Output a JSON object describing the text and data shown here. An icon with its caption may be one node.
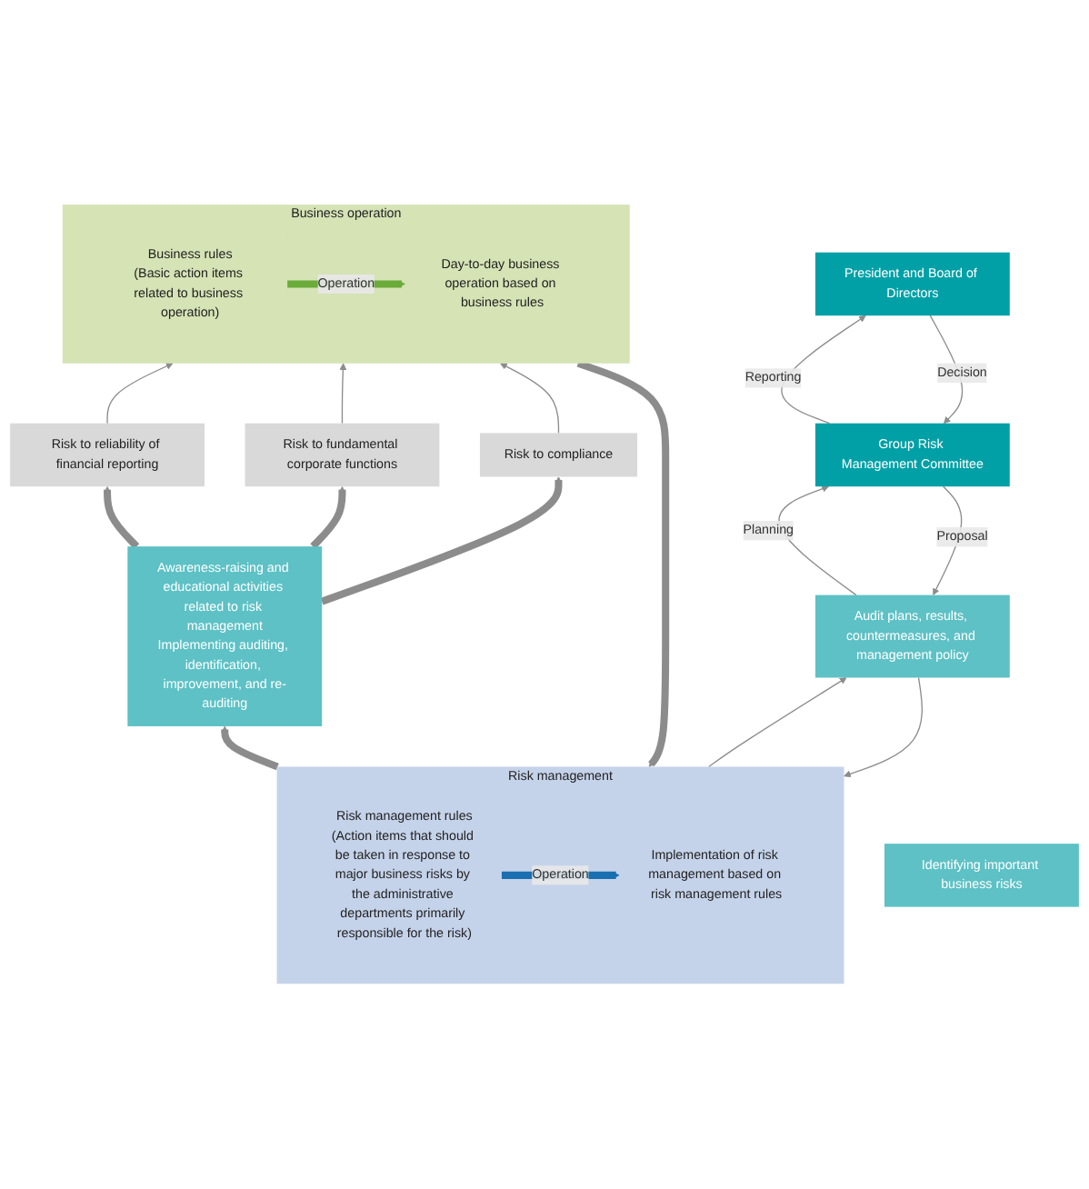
{
  "diagram": {
    "nodes": [
      {
        "text": [
          "Business operation"
        ]
      },
      {
        "text": [
          "Business rules",
          "(Basic action items related to business operation)"
        ],
        "in": 0
      },
      {
        "text": [
          "Day-to-day business operation based on business rules"
        ],
        "in": 0
      },
      {
        "text": [
          "Identifying important business risks"
        ]
      },
      {
        "text": [
          "Risk to reliability of financial reporting"
        ]
      },
      {
        "text": [
          "Risk to fundamental corporate functions"
        ]
      },
      {
        "text": [
          "Risk to compliance"
        ]
      },
      {
        "text": [
          "Awareness-raising and educational activities related to risk management",
          "Implementing auditing, identification, improvement, and re-auditing"
        ]
      },
      {
        "text": [
          "Risk management"
        ]
      },
      {
        "text": [
          "Risk management rules",
          "(Action items that should be taken in response to major business risks by the administrative departments primarily responsible for the risk)"
        ],
        "in": 8
      },
      {
        "text": [
          "Implementation of risk management based on risk management rules"
        ],
        "in": 8
      },
      {
        "text": [
          "Audit plans, results, countermeasures, and management policy"
        ]
      },
      {
        "text": [
          "Group Risk Management Committee"
        ]
      },
      {
        "text": [
          "President and Board of Directors"
        ]
      }
    ],
    "edges": [
      {
        "from": 1,
        "to": 2,
        "label": "Operation",
        "arrow": "to",
        "style": "thick",
        "color": "#6aab3a"
      },
      {
        "from": 0,
        "to": 8,
        "arrow": "to",
        "style": "thick"
      },
      {
        "from": 4,
        "to": 0,
        "arrow": "to"
      },
      {
        "from": 5,
        "to": 0,
        "arrow": "to"
      },
      {
        "from": 6,
        "to": 0,
        "arrow": "to"
      },
      {
        "from": 7,
        "to": 4,
        "arrow": "to",
        "style": "thick"
      },
      {
        "from": 7,
        "to": 5,
        "arrow": "to",
        "style": "thick"
      },
      {
        "from": 7,
        "to": 6,
        "arrow": "to",
        "style": "thick"
      },
      {
        "from": 9,
        "to": 10,
        "label": "Operation",
        "arrow": "to",
        "style": "thick",
        "color": "#1a6fb0"
      },
      {
        "from": 8,
        "to": 7,
        "arrow": "to",
        "style": "thick"
      },
      {
        "from": 11,
        "to": 8,
        "arrow": "to"
      },
      {
        "from": 8,
        "to": 11,
        "arrow": "to"
      },
      {
        "from": 12,
        "to": 11,
        "label": "Proposal",
        "arrow": "to"
      },
      {
        "from": 11,
        "to": 12,
        "label": "Planning",
        "arrow": "to"
      },
      {
        "from": 13,
        "to": 12,
        "label": "Decision",
        "arrow": "to"
      },
      {
        "from": 12,
        "to": 13,
        "label": "Reporting",
        "arrow": "to"
      }
    ]
  }
}
